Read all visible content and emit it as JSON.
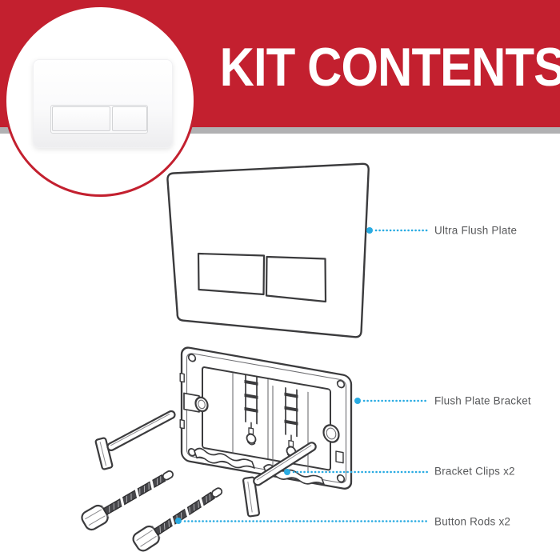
{
  "header": {
    "title": "KIT CONTENTS",
    "banner_color": "#c3202f",
    "strip_color": "#b1b1b3"
  },
  "inset": {
    "image_name": "dual-flush-plate-photo",
    "buttons": [
      "small-flush-button",
      "big-flush-button"
    ]
  },
  "diagram": {
    "accent_color": "#29abe2",
    "line_color": "#3b3b3d",
    "label_color": "#58595b",
    "labels": [
      {
        "text": "Ultra Flush Plate"
      },
      {
        "text": "Flush Plate Bracket"
      },
      {
        "text": "Bracket Clips x2"
      },
      {
        "text": "Button Rods x2"
      }
    ]
  }
}
